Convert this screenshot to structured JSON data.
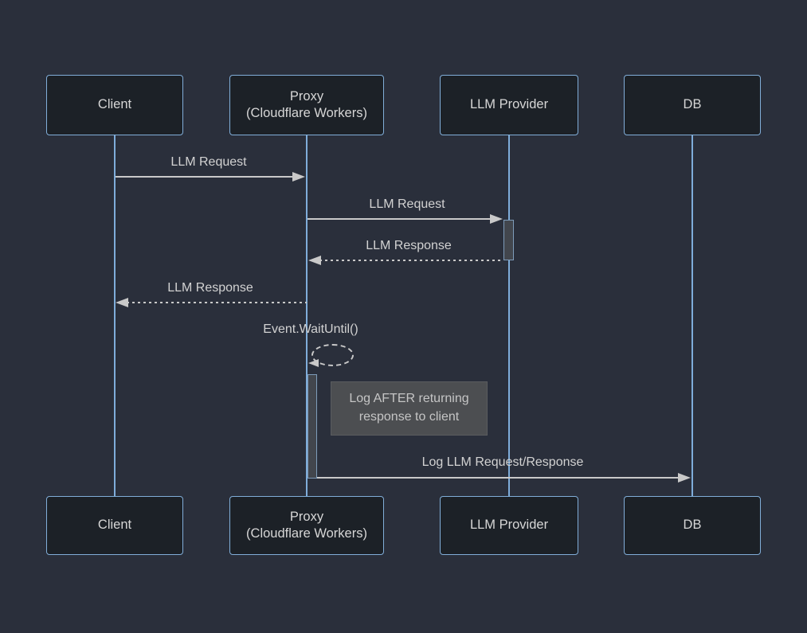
{
  "diagram": {
    "type": "sequence-diagram",
    "title": ""
  },
  "participants": [
    {
      "id": "client",
      "label": "Client"
    },
    {
      "id": "proxy",
      "label": "Proxy\n(Cloudflare Workers)"
    },
    {
      "id": "llm_provider",
      "label": "LLM Provider"
    },
    {
      "id": "db",
      "label": "DB"
    }
  ],
  "messages": [
    {
      "from": "Client",
      "to": "Proxy (Cloudflare Workers)",
      "label": "LLM Request",
      "line": "solid"
    },
    {
      "from": "Proxy (Cloudflare Workers)",
      "to": "LLM Provider",
      "label": "LLM Request",
      "line": "solid"
    },
    {
      "from": "LLM Provider",
      "to": "Proxy (Cloudflare Workers)",
      "label": "LLM Response",
      "line": "dashed"
    },
    {
      "from": "Proxy (Cloudflare Workers)",
      "to": "Client",
      "label": "LLM Response",
      "line": "dashed"
    },
    {
      "from": "Proxy (Cloudflare Workers)",
      "to": "Proxy (Cloudflare Workers)",
      "label": "Event.WaitUntil()",
      "line": "dashed-self-loop"
    },
    {
      "from": "Proxy (Cloudflare Workers)",
      "to": "DB",
      "label": "Log LLM Request/Response",
      "line": "solid"
    }
  ],
  "note": {
    "text": "Log AFTER returning\nresponse to client",
    "anchored_to": "Proxy (Cloudflare Workers)"
  },
  "colors": {
    "background": "#2a2f3b",
    "actor_fill": "#1c2127",
    "actor_border": "#81aed9",
    "lifeline": "#7fadda",
    "message_line": "#c9c9c9",
    "message_text": "#d2d2d2",
    "activation_fill": "#42464d",
    "note_fill": "#4c4e51",
    "note_text": "#c5c5c5"
  }
}
